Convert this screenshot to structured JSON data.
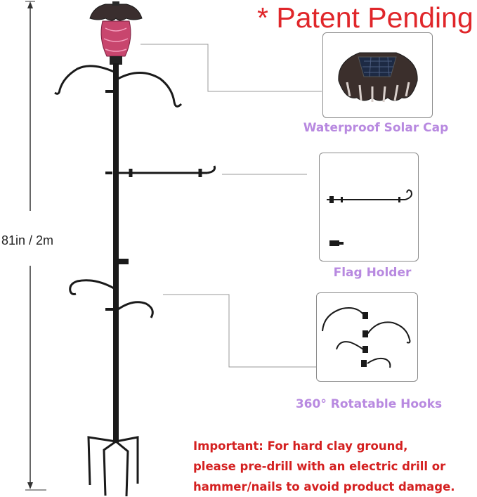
{
  "header": {
    "notice": "* Patent Pending"
  },
  "dimension": {
    "label": "81in / 2m"
  },
  "features": [
    {
      "caption": "Waterproof Solar Cap"
    },
    {
      "caption": "Flag Holder"
    },
    {
      "caption": "360° Rotatable Hooks"
    }
  ],
  "warning": {
    "lines": [
      "Important: For hard clay ground,",
      "please pre-drill with an electric drill or",
      "hammer/nails to avoid product damage."
    ]
  },
  "colors": {
    "notice_red": "#e0262a",
    "caption_purple": "#b889e0",
    "warning_red": "#d42020",
    "pole_black": "#1a1a1a",
    "lamp_pink": "#c8466e"
  }
}
